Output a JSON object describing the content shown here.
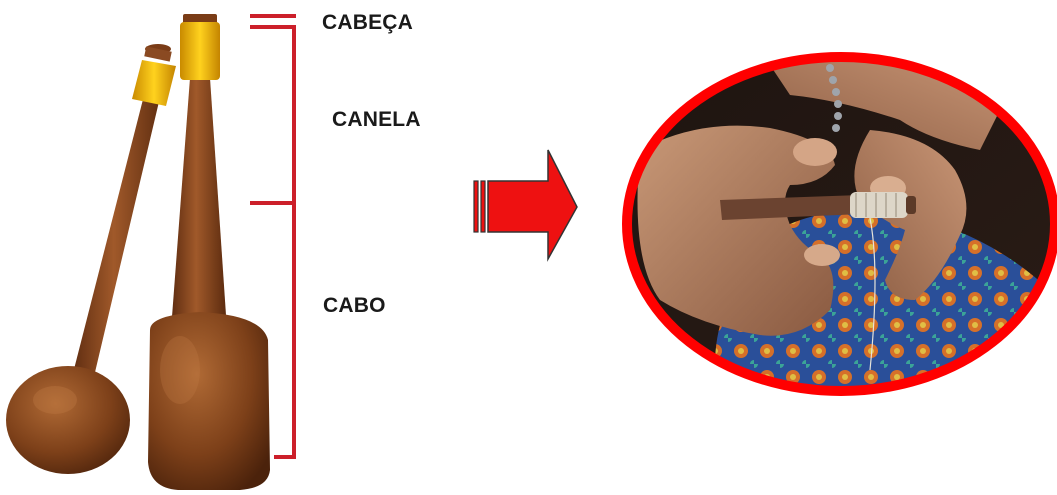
{
  "labels": {
    "head": "CABEÇA",
    "shin": "CANELA",
    "handle": "CABO"
  },
  "colors": {
    "bracket": "#cc1f2a",
    "arrow_fill": "#ee1111",
    "arrow_stroke": "#333333",
    "frame": "#ff0000",
    "wood": "#8a4a22",
    "thread": "#f0b400"
  },
  "icons": [
    "bobbin-pair-illustration",
    "right-arrow-icon",
    "hands-winding-bobbin-photo"
  ]
}
